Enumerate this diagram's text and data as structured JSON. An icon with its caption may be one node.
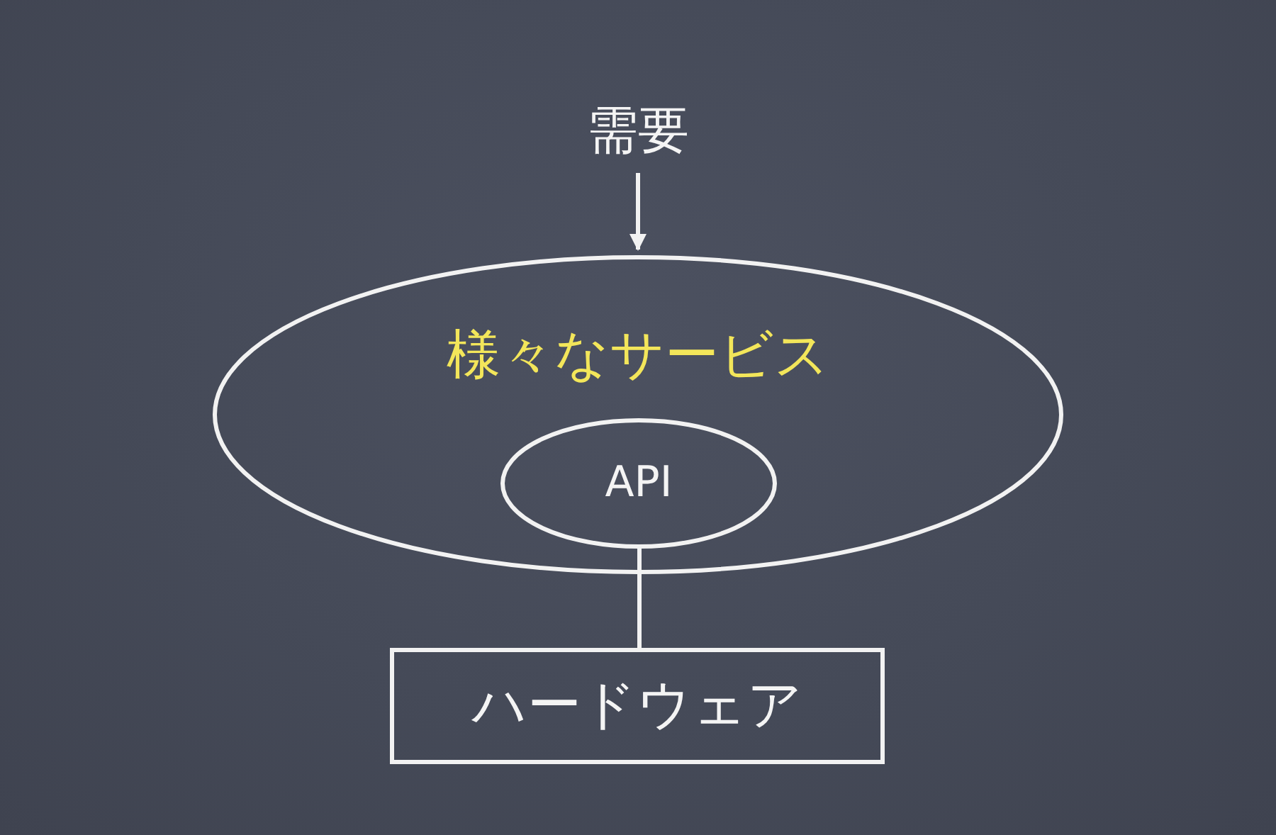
{
  "diagram": {
    "nodes": [
      {
        "text": [
          "需要"
        ]
      },
      {
        "text": [
          "様々なサービス"
        ]
      },
      {
        "text": [
          "API"
        ],
        "in": 1
      },
      {
        "text": [
          "ハードウェア"
        ]
      }
    ],
    "edges": [
      {
        "from": 0,
        "to": 1,
        "arrow": "to"
      },
      {
        "from": 2,
        "to": 3,
        "arrow": "none"
      }
    ]
  }
}
